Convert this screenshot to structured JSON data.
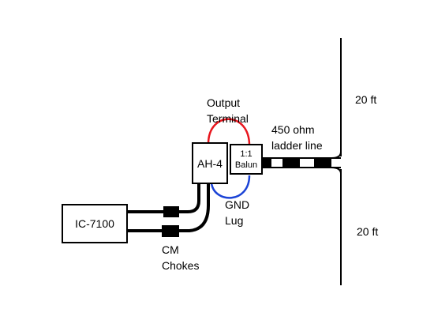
{
  "colors": {
    "wire": "#000000",
    "output_terminal_wire": "#e8161e",
    "gnd_lug_wire": "#1b43d6"
  },
  "radio": {
    "label": "IC-7100"
  },
  "tuner": {
    "label": "AH-4"
  },
  "balun": {
    "line1": "1:1",
    "line2": "Balun"
  },
  "labels": {
    "output_terminal": {
      "line1": "Output",
      "line2": "Terminal"
    },
    "gnd_lug": {
      "line1": "GND",
      "line2": "Lug"
    },
    "ladder_line": {
      "line1": "450 ohm",
      "line2": "ladder line"
    },
    "cm_chokes": {
      "line1": "CM",
      "line2": "Chokes"
    },
    "dipole_top": "20 ft",
    "dipole_bottom": "20 ft"
  }
}
